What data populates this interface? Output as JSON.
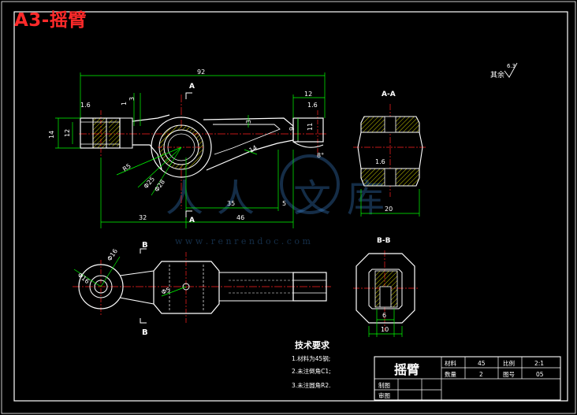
{
  "header": {
    "sheet_tag": "A3-摇臂"
  },
  "watermark": {
    "chars": [
      "人",
      "人",
      "文",
      "库"
    ],
    "url": "w w w . r e n r e n d o c . c o m"
  },
  "roughness": {
    "label": "其余",
    "value": "6.3"
  },
  "section_labels": {
    "a": "A",
    "aa": "A-A",
    "b": "B",
    "bb": "B-B"
  },
  "dimensions": {
    "overall_length": "92",
    "right_width": "12",
    "flange": "1.6",
    "flange_r": "1.6",
    "thin1": "1",
    "thin2": "3",
    "mid3": "3",
    "height14": "14",
    "height12": "12",
    "h9": "9",
    "h11": "11",
    "r5": "R5",
    "d25": "Φ25",
    "d28": "Φ28",
    "small14": "14",
    "ang8": "8°",
    "x32": "32",
    "x35": "35",
    "x46": "46",
    "x5": "5",
    "w20": "20",
    "aa_r": "1.6",
    "d16": "Φ16",
    "d16b": "Φ16",
    "d5": "Φ5",
    "bb6": "6",
    "bb10": "10"
  },
  "notes": {
    "title": "技术要求",
    "items": [
      "1.材料为45钢;",
      "2.未注倒角C1;",
      "3.未注圆角R2."
    ]
  },
  "title_block": {
    "part_name": "摇臂",
    "material_label": "材料",
    "material_value": "45",
    "scale_label": "比例",
    "scale_value": "2:1",
    "quantity_label": "数量",
    "quantity_value": "2",
    "drawing_no_label": "图号",
    "drawing_no_value": "05",
    "drawn_label": "制图",
    "checked_label": "审图"
  },
  "colors": {
    "outline": "#ffffff",
    "dimension": "#00ff00",
    "center": "#ff2020",
    "hatch": "#ffff00",
    "tag": "#ff2a2a",
    "watermark": "#4aa3ff"
  }
}
